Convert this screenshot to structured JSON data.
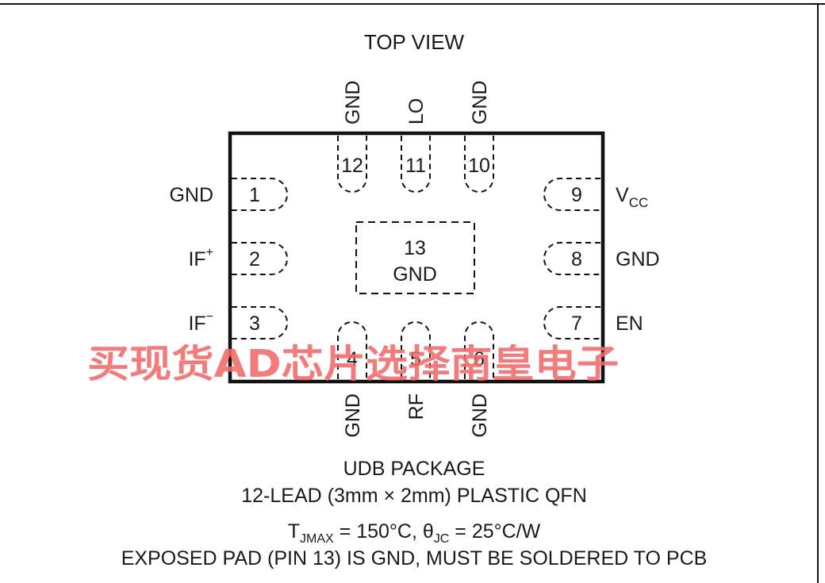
{
  "title": "TOP VIEW",
  "pins": [
    {
      "number": "1",
      "name": "GND",
      "side": "left"
    },
    {
      "number": "2",
      "name": "IF",
      "name_sup": "+",
      "side": "left"
    },
    {
      "number": "3",
      "name": "IF",
      "name_sup": "−",
      "side": "left"
    },
    {
      "number": "4",
      "name": "GND",
      "side": "bottom"
    },
    {
      "number": "5",
      "name": "RF",
      "side": "bottom"
    },
    {
      "number": "6",
      "name": "GND",
      "side": "bottom"
    },
    {
      "number": "7",
      "name": "EN",
      "side": "right"
    },
    {
      "number": "8",
      "name": "GND",
      "side": "right"
    },
    {
      "number": "9",
      "name": "V",
      "name_sub": "CC",
      "side": "right"
    },
    {
      "number": "10",
      "name": "GND",
      "side": "top"
    },
    {
      "number": "11",
      "name": "LO",
      "side": "top"
    },
    {
      "number": "12",
      "name": "GND",
      "side": "top"
    }
  ],
  "exposed_pad": {
    "number": "13",
    "name": "GND"
  },
  "watermark": "买现货AD芯片选择南皇电子",
  "package": {
    "name": "UDB PACKAGE",
    "description": "12-LEAD (3mm × 2mm) PLASTIC QFN",
    "thermal": {
      "tj_symbol": "T",
      "tj_sub": "JMAX",
      "tj_value": " = 150°C, ",
      "theta_symbol": "θ",
      "theta_sub": "JC",
      "theta_value": " = 25°C/W"
    },
    "note": "EXPOSED PAD (PIN 13) IS GND, MUST BE SOLDERED TO PCB"
  }
}
